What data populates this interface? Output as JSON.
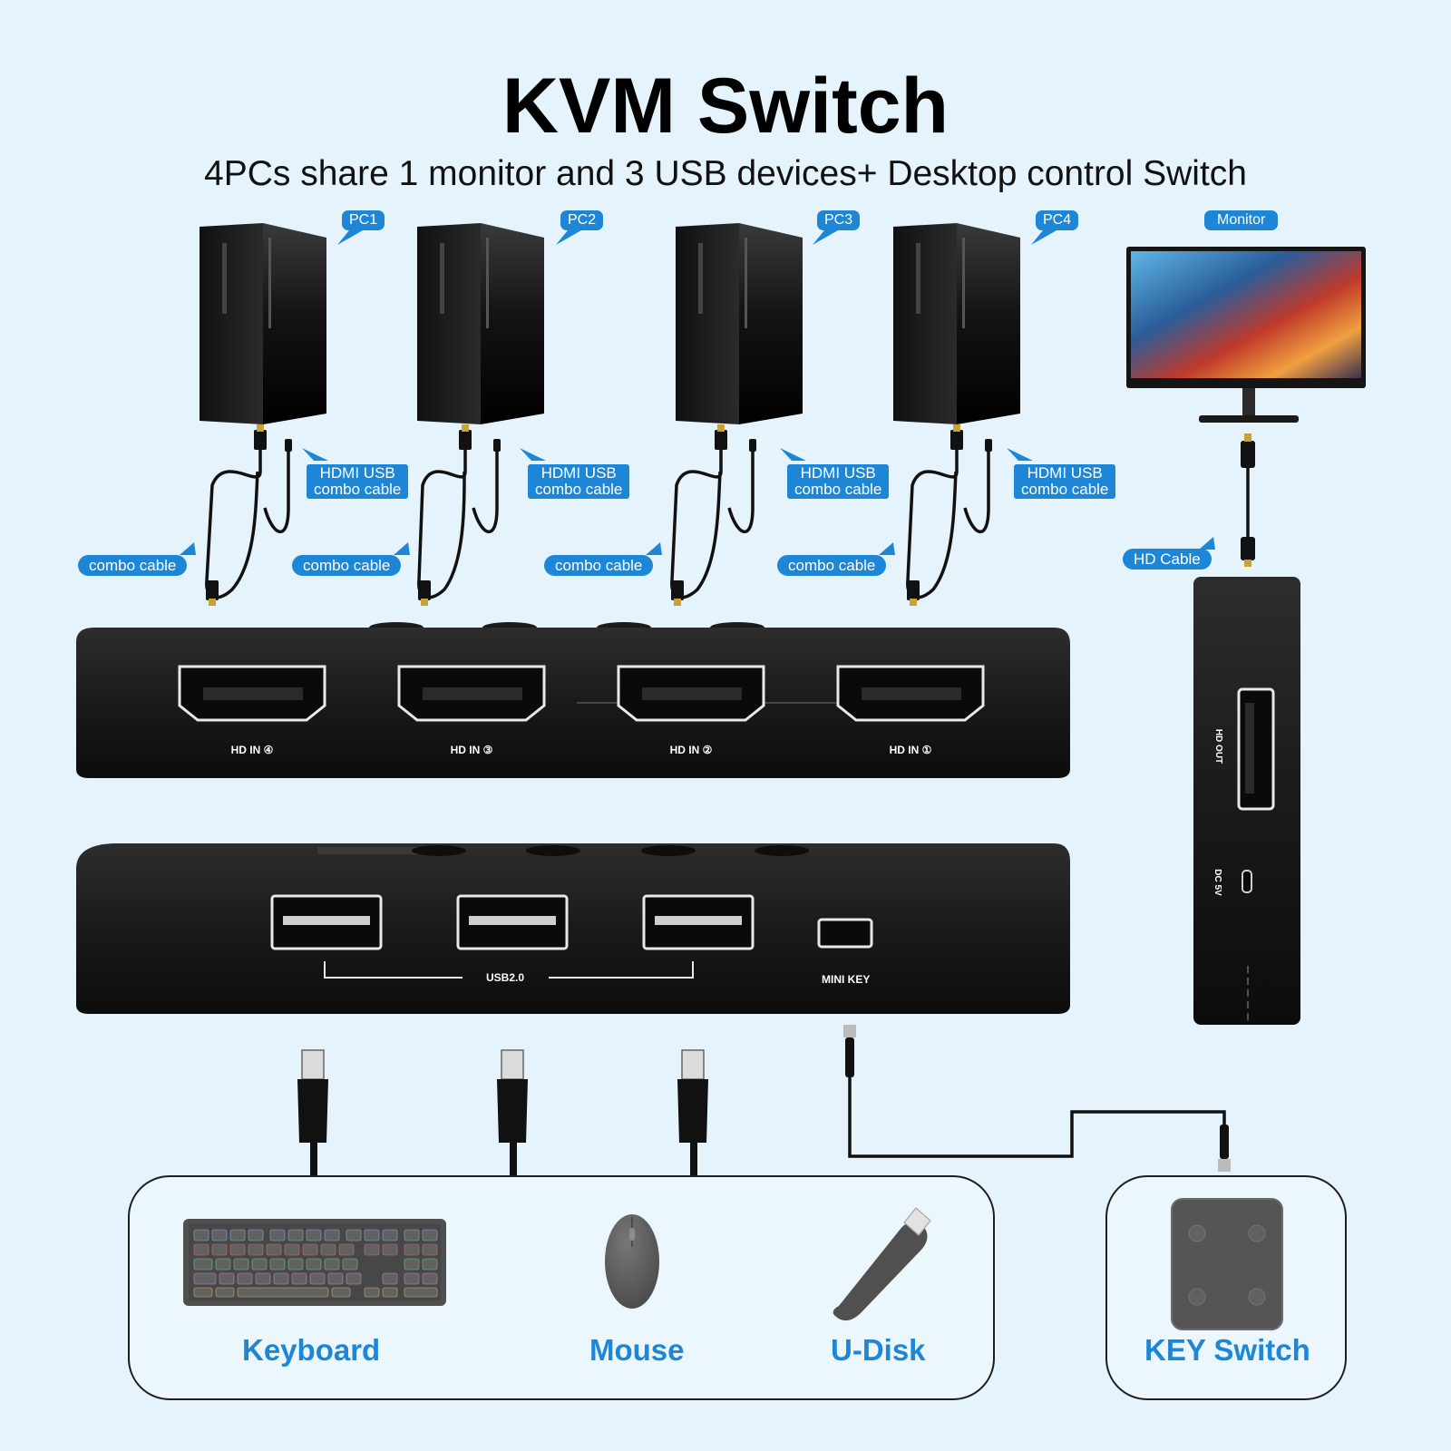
{
  "header": {
    "title": "KVM Switch",
    "subtitle": "4PCs share 1 monitor and 3 USB devices+ Desktop control Switch"
  },
  "pcs": [
    "PC1",
    "PC2",
    "PC3",
    "PC4"
  ],
  "monitor_label": "Monitor",
  "hdmi_usb_label": [
    "HDMI USB",
    "combo cable"
  ],
  "combo_cable_label": "combo cable",
  "hd_cable_label": "HD Cable",
  "front_ports": [
    "HD IN ④",
    "HD IN ③",
    "HD IN ②",
    "HD IN ①"
  ],
  "usb_label": "USB2.0",
  "mini_key_label": "MINI KEY",
  "side_ports": {
    "hd_out": "HD OUT",
    "dc": "DC 5V"
  },
  "devices": [
    "Keyboard",
    "Mouse",
    "U-Disk"
  ],
  "key_switch_label": "KEY Switch",
  "colors": {
    "accent": "#1e86d6",
    "background": "#e4f3fc",
    "device": "#111111"
  }
}
